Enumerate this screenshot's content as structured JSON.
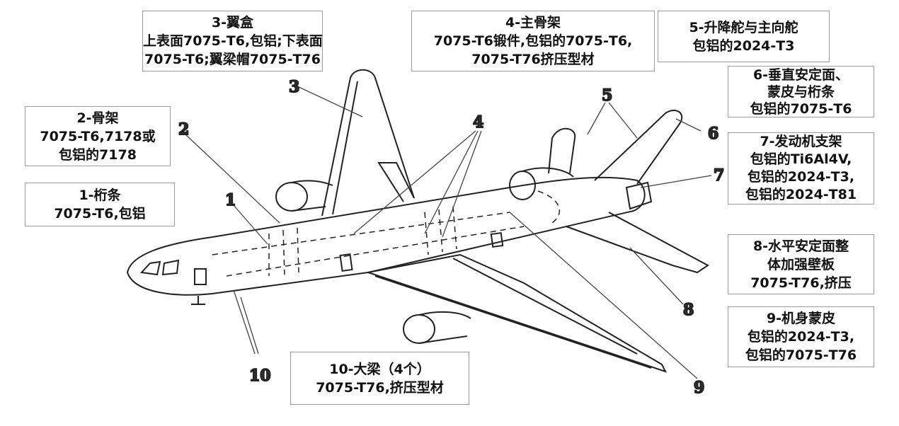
{
  "callouts": [
    {
      "id": "1",
      "lines": [
        "1-桁条",
        "7075-T6,包铝"
      ]
    },
    {
      "id": "2",
      "lines": [
        "2-骨架",
        "7075-T6,7178或",
        "包铝的7178"
      ]
    },
    {
      "id": "3",
      "lines": [
        "3-翼盒",
        "上表面7075-T6,包铝;下表面",
        "7075-T6;翼梁帽7075-T76"
      ]
    },
    {
      "id": "4",
      "lines": [
        "4-主骨架",
        "7075-T6锻件,包铝的7075-T6,",
        "7075-T76挤压型材"
      ]
    },
    {
      "id": "5",
      "lines": [
        "5-升降舵与主向舵",
        "包铝的2024-T3"
      ]
    },
    {
      "id": "6",
      "lines": [
        "6-垂直安定面、",
        "蒙皮与桁条",
        "包铝的7075-T6"
      ]
    },
    {
      "id": "7",
      "lines": [
        "7-发动机支架",
        "包铝的Ti6Al4V,",
        "包铝的2024-T3,",
        "包铝的2024-T81"
      ]
    },
    {
      "id": "8",
      "lines": [
        "8-水平安定面整",
        "体加强壁板",
        "7075-T76,挤压"
      ]
    },
    {
      "id": "9",
      "lines": [
        "9-机身蒙皮",
        "包铝的2024-T3,",
        "包铝的7075-T76"
      ]
    },
    {
      "id": "10",
      "lines": [
        "10-大梁（4个）",
        "7075-T76,挤压型材"
      ]
    }
  ],
  "markers": [
    "1",
    "2",
    "3",
    "4",
    "5",
    "6",
    "7",
    "8",
    "9",
    "10"
  ]
}
